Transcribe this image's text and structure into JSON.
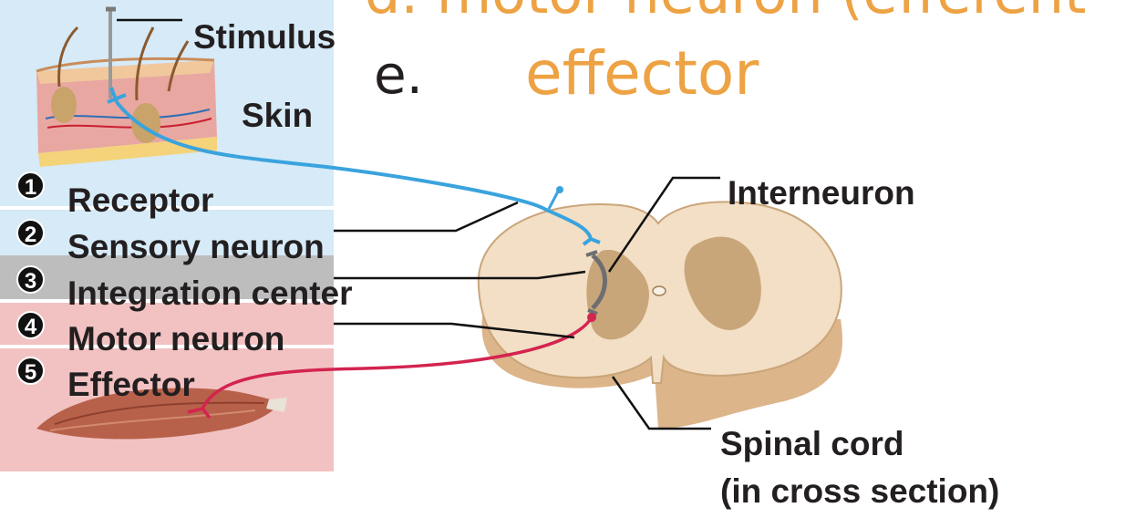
{
  "slide": {
    "top_line": "d.   motor neuron (efferent",
    "letter": "e.",
    "item": "effector"
  },
  "labels": {
    "stimulus": "Stimulus",
    "skin": "Skin",
    "interneuron": "Interneuron",
    "spinal_cord_line1": "Spinal cord",
    "spinal_cord_line2": "(in cross section)"
  },
  "steps": [
    {
      "number": "1",
      "label": "Receptor"
    },
    {
      "number": "2",
      "label": "Sensory neuron"
    },
    {
      "number": "3",
      "label": "Integration center"
    },
    {
      "number": "4",
      "label": "Motor neuron"
    },
    {
      "number": "5",
      "label": "Effector"
    }
  ],
  "colors": {
    "sensory": "#3aa3de",
    "interneuron": "#6d6e70",
    "motor": "#d3244f",
    "slide_item": "#eda243",
    "panel_blue": "#d6eaf7",
    "panel_gray": "#bdbdbd",
    "panel_pink": "#f2c2c2"
  }
}
